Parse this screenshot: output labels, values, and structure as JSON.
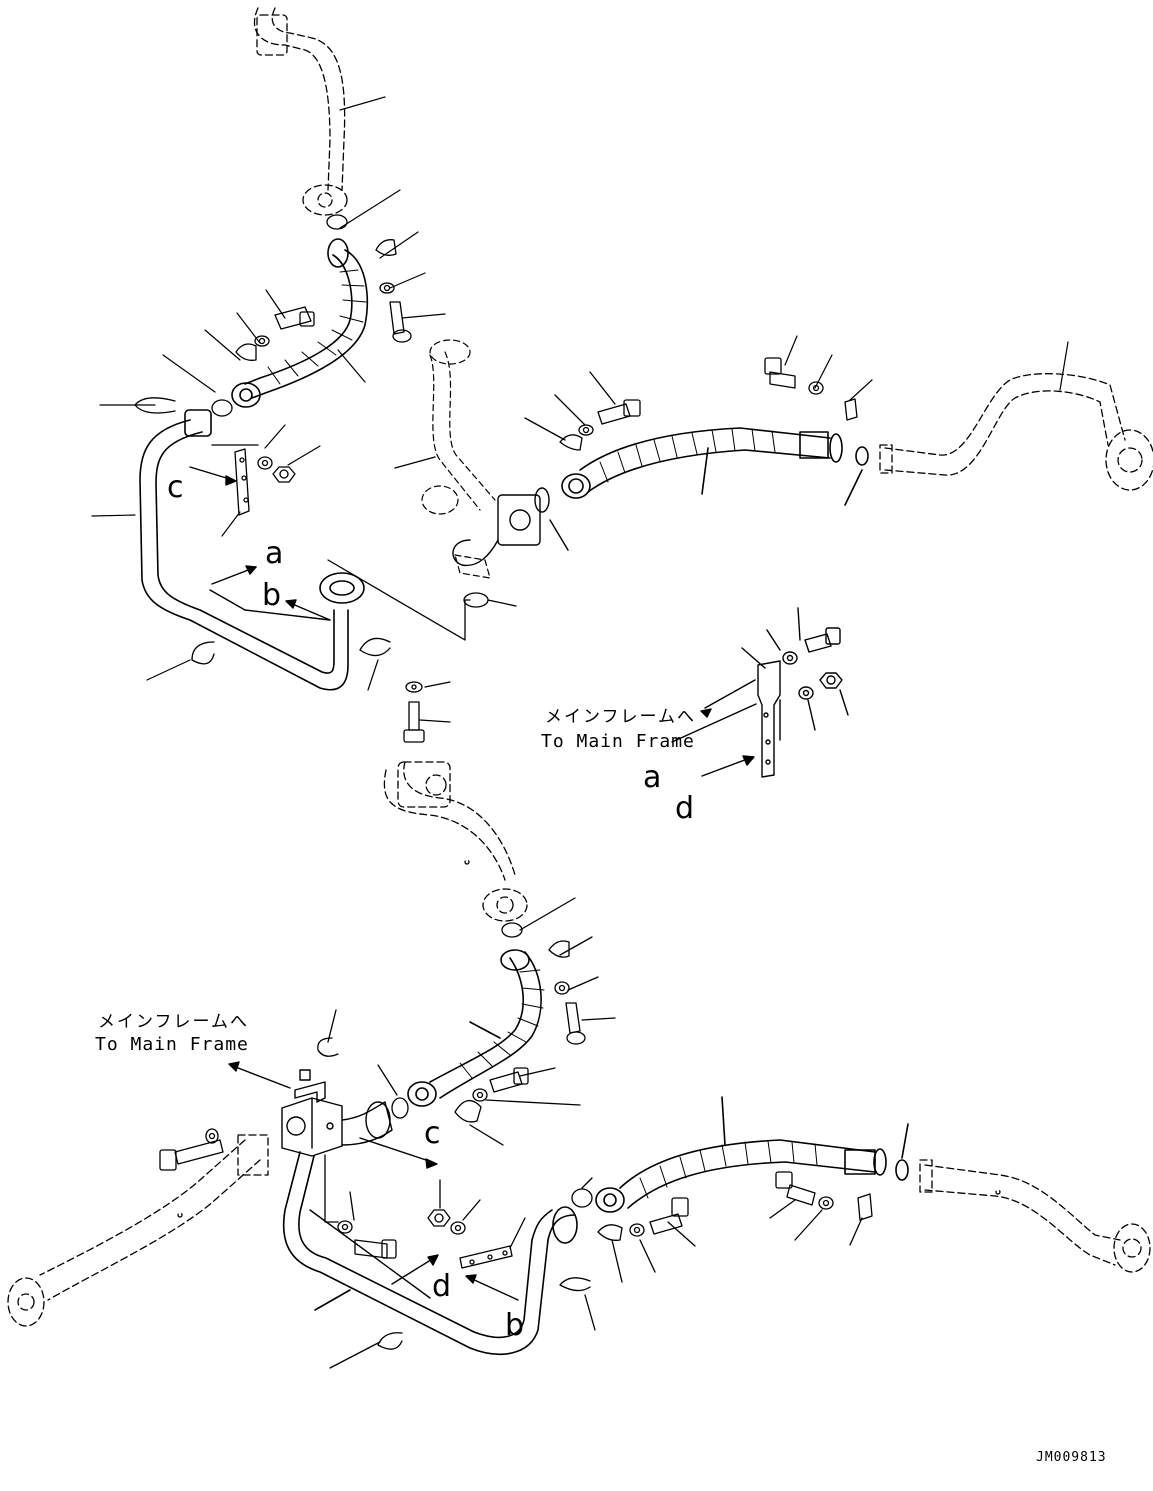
{
  "letters": {
    "a_top": "a",
    "b_top": "b",
    "c_top": "c",
    "a_right": "a",
    "d_right": "d",
    "c_bottom": "c",
    "d_bottom": "d",
    "b_bottom": "b"
  },
  "notes": {
    "main_frame_jp": "メインフレームへ",
    "main_frame_en": "To Main Frame"
  },
  "figure_id": "JM009813"
}
